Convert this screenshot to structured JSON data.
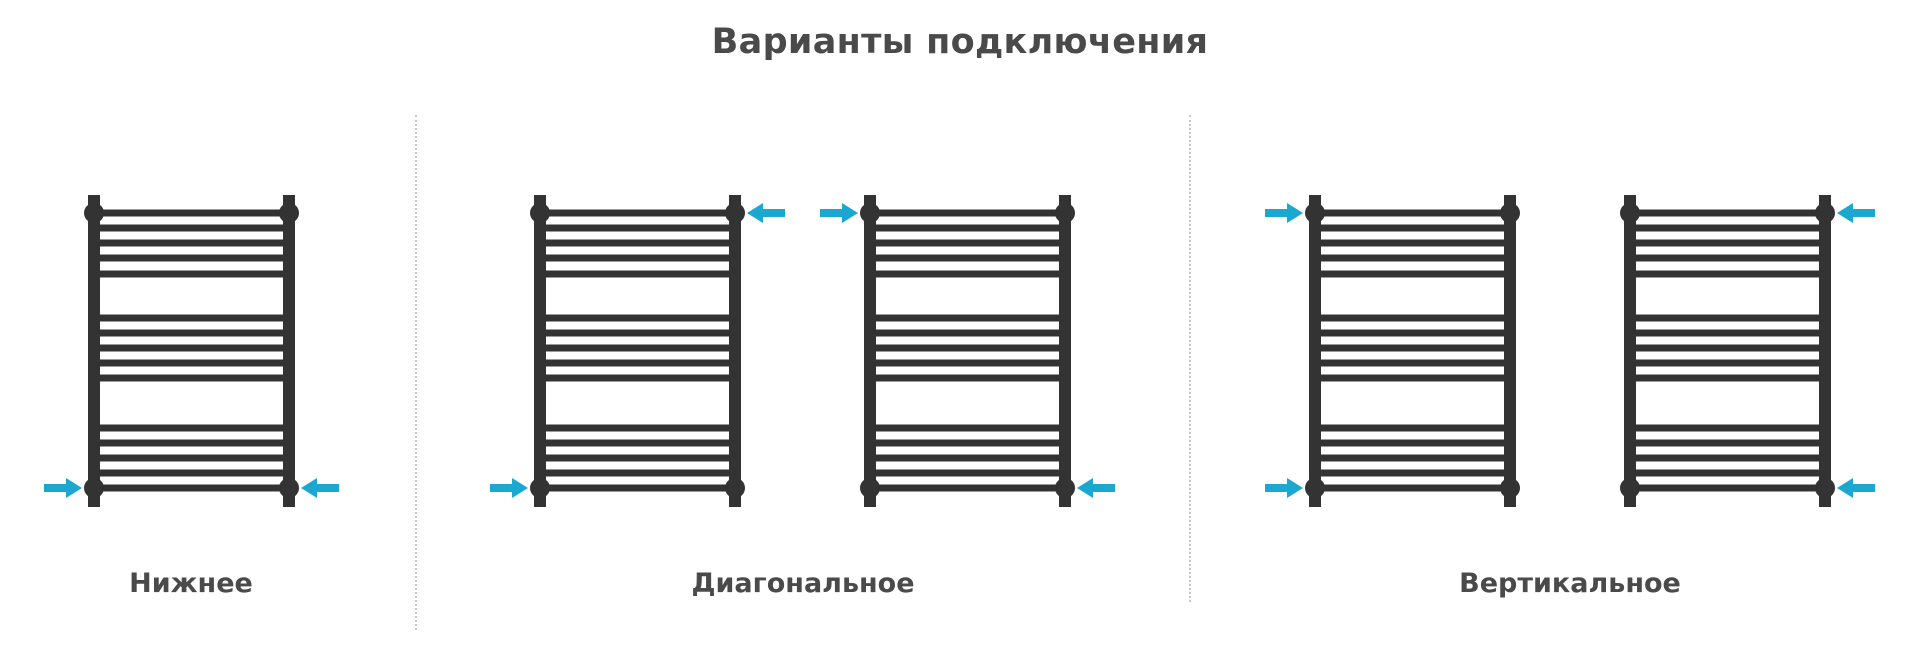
{
  "title": "Варианты подключения",
  "captions": {
    "bottom": "Нижнее",
    "diagonal": "Диагональное",
    "vertical": "Вертикальное"
  },
  "colors": {
    "rail": "#333333",
    "arrow": "#1aa8d1",
    "text": "#4a4a4a",
    "divider": "#c8c8c8"
  },
  "variants": [
    {
      "group": "bottom",
      "connections": [
        [
          "bottom-left",
          "left"
        ],
        [
          "bottom-right",
          "right"
        ]
      ]
    },
    {
      "group": "diagonal",
      "connections": [
        [
          "top-right",
          "right"
        ],
        [
          "bottom-left",
          "left"
        ]
      ]
    },
    {
      "group": "diagonal",
      "connections": [
        [
          "top-left",
          "left"
        ],
        [
          "bottom-right",
          "right"
        ]
      ]
    },
    {
      "group": "vertical",
      "connections": [
        [
          "top-left",
          "left"
        ],
        [
          "bottom-left",
          "left"
        ]
      ]
    },
    {
      "group": "vertical",
      "connections": [
        [
          "top-right",
          "right"
        ],
        [
          "bottom-right",
          "right"
        ]
      ]
    }
  ]
}
